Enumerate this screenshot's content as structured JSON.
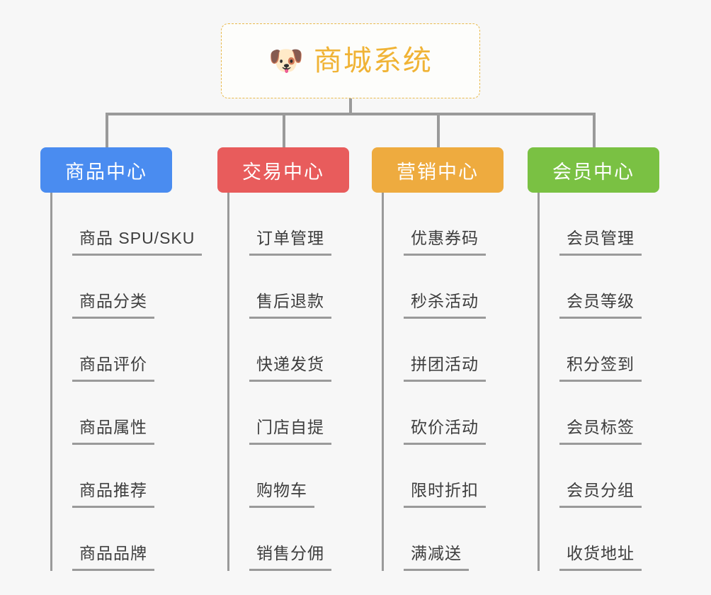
{
  "root": {
    "icon": "shiba-dog-emoji",
    "icon_glyph": "🐶",
    "title": "商城系统",
    "title_color": "#f0b335",
    "border_color": "#e8b94b"
  },
  "connector_color": "#9a9a9a",
  "background_color": "#f7f7f7",
  "columns": [
    {
      "header": "商品中心",
      "color": "#4a8cf0",
      "items": [
        "商品 SPU/SKU",
        "商品分类",
        "商品评价",
        "商品属性",
        "商品推荐",
        "商品品牌"
      ]
    },
    {
      "header": "交易中心",
      "color": "#e85c5c",
      "items": [
        "订单管理",
        "售后退款",
        "快递发货",
        "门店自提",
        "购物车",
        "销售分佣"
      ]
    },
    {
      "header": "营销中心",
      "color": "#eeab3f",
      "items": [
        "优惠券码",
        "秒杀活动",
        "拼团活动",
        "砍价活动",
        "限时折扣",
        "满减送"
      ]
    },
    {
      "header": "会员中心",
      "color": "#7ac143",
      "items": [
        "会员管理",
        "会员等级",
        "积分签到",
        "会员标签",
        "会员分组",
        "收货地址"
      ]
    }
  ]
}
